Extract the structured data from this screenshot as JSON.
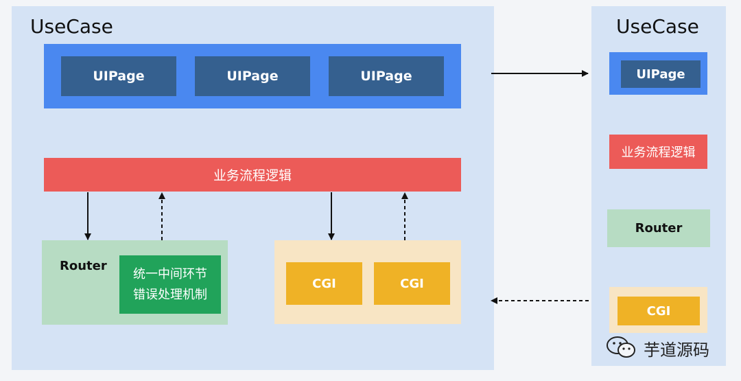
{
  "left_panel": {
    "title": "UseCase",
    "ui_pages": [
      "UIPage",
      "UIPage",
      "UIPage"
    ],
    "business_logic": "业务流程逻辑",
    "router": {
      "label": "Router",
      "middleware_line1": "统一中间环节",
      "middleware_line2": "错误处理机制"
    },
    "cgi_boxes": [
      "CGI",
      "CGI"
    ]
  },
  "right_panel": {
    "title": "UseCase",
    "ui_page": "UIPage",
    "business_logic": "业务流程逻辑",
    "router": "Router",
    "cgi": "CGI"
  },
  "watermark": {
    "text": "芋道源码",
    "icon": "wechat-icon"
  },
  "colors": {
    "panel": "#d5e3f5",
    "ui_bar": "#4a88f0",
    "ui_page": "#35608f",
    "business": "#ec5b58",
    "router": "#b7dcc3",
    "middleware": "#21a35a",
    "cgi_panel": "#f8e5c4",
    "cgi": "#efb226"
  }
}
